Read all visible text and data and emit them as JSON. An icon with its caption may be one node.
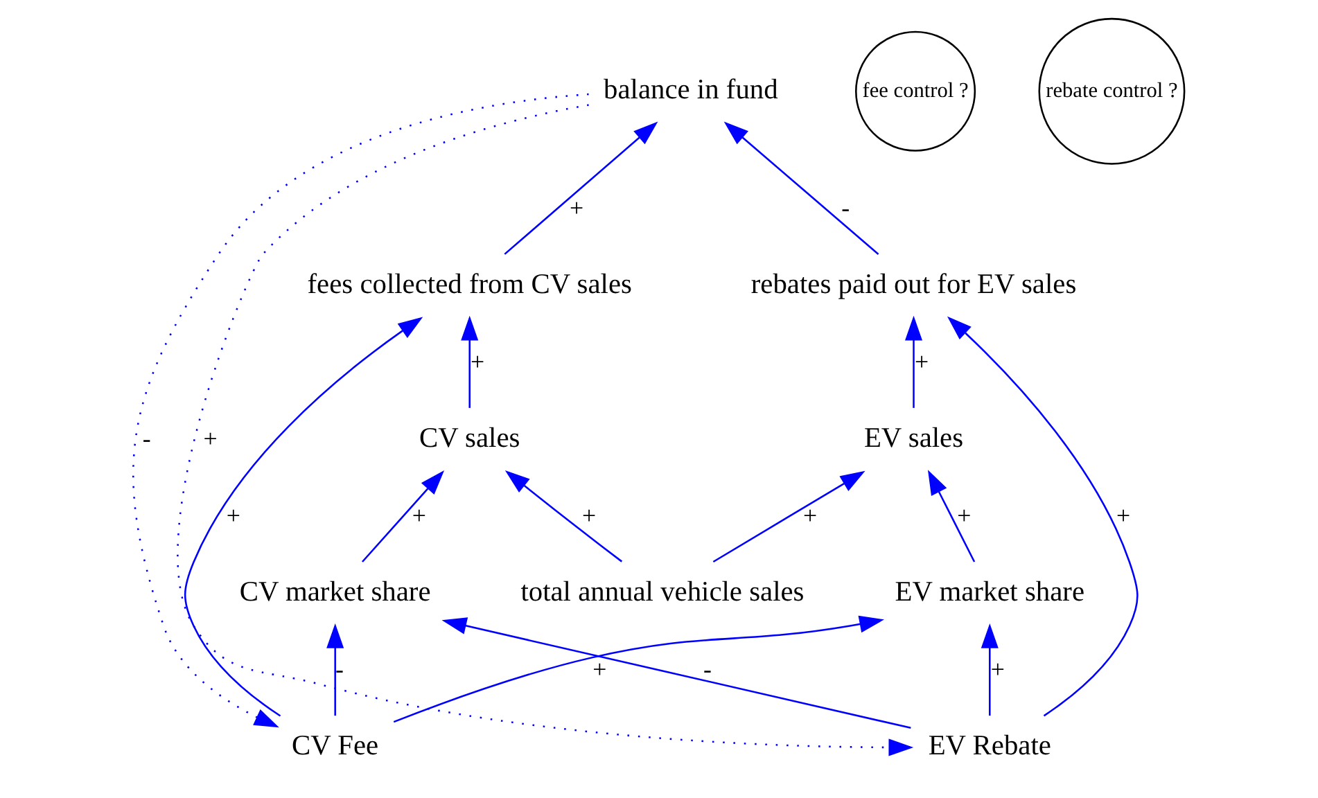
{
  "diagram": {
    "nodes": [
      {
        "text": [
          "balance in fund"
        ]
      },
      {
        "text": [
          "fees collected from CV sales"
        ]
      },
      {
        "text": [
          "rebates paid out for EV sales"
        ]
      },
      {
        "text": [
          "total annual vehicle sales"
        ]
      },
      {
        "text": [
          "CV sales"
        ]
      },
      {
        "text": [
          "EV sales"
        ]
      },
      {
        "text": [
          "CV market share"
        ]
      },
      {
        "text": [
          "EV market share"
        ]
      },
      {
        "text": [
          "CV Fee"
        ]
      },
      {
        "text": [
          "EV Rebate"
        ]
      },
      {
        "text": [
          "fee control ?"
        ]
      },
      {
        "text": [
          "rebate control ?"
        ]
      }
    ],
    "edges": [
      {
        "from": 1,
        "to": 0,
        "arrow": "to",
        "label": "+"
      },
      {
        "from": 2,
        "to": 0,
        "arrow": "to",
        "label": "-"
      },
      {
        "from": 4,
        "to": 1,
        "arrow": "to",
        "label": "+"
      },
      {
        "from": 8,
        "to": 1,
        "arrow": "to",
        "label": "+"
      },
      {
        "from": 3,
        "to": 4,
        "arrow": "to",
        "label": "+"
      },
      {
        "from": 6,
        "to": 4,
        "arrow": "to",
        "label": "+"
      },
      {
        "from": 8,
        "to": 6,
        "arrow": "to",
        "label": "-"
      },
      {
        "from": 9,
        "to": 6,
        "arrow": "to",
        "label": "-"
      },
      {
        "from": 8,
        "to": 7,
        "arrow": "to",
        "label": "+"
      },
      {
        "from": 9,
        "to": 7,
        "arrow": "to",
        "label": "+"
      },
      {
        "from": 7,
        "to": 5,
        "arrow": "to",
        "label": "+"
      },
      {
        "from": 3,
        "to": 5,
        "arrow": "to",
        "label": "+"
      },
      {
        "from": 5,
        "to": 2,
        "arrow": "to",
        "label": "+"
      },
      {
        "from": 9,
        "to": 2,
        "arrow": "to",
        "label": "+"
      },
      {
        "from": 0,
        "to": 8,
        "arrow": "to",
        "label": "-",
        "style": "dashed"
      },
      {
        "from": 0,
        "to": 9,
        "arrow": "to",
        "label": "+",
        "style": "dashed"
      }
    ]
  }
}
